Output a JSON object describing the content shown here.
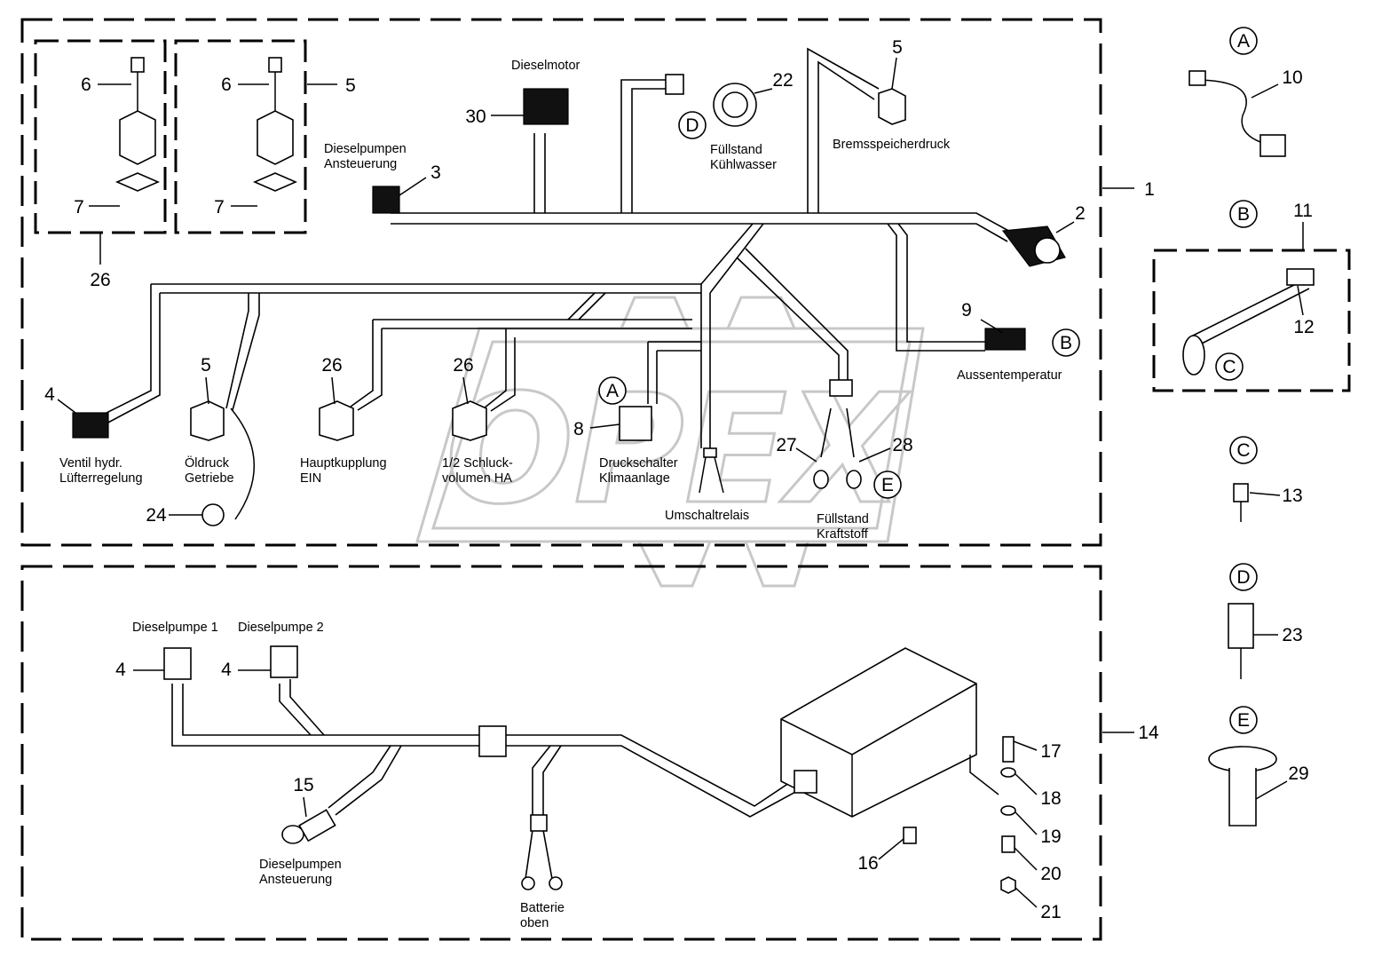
{
  "parts": {
    "p1": "1",
    "p2": "2",
    "p3": "3",
    "p4a": "4",
    "p5a": "5",
    "p5b": "5",
    "p5c": "5",
    "p6a": "6",
    "p6b": "6",
    "p7a": "7",
    "p7b": "7",
    "p8": "8",
    "p9": "9",
    "p10": "10",
    "p11": "11",
    "p12": "12",
    "p13": "13",
    "p14": "14",
    "p15": "15",
    "p16": "16",
    "p17": "17",
    "p18": "18",
    "p19": "19",
    "p20": "20",
    "p21": "21",
    "p22": "22",
    "p23": "23",
    "p24": "24",
    "p26a": "26",
    "p26b": "26",
    "p26c": "26",
    "p27": "27",
    "p28": "28",
    "p29": "29",
    "p30": "30",
    "p4b": "4",
    "p4c": "4"
  },
  "labels": {
    "dieselmotor": "Dieselmotor",
    "dieselpumpen_ansteuerung_1": "Dieselpumpen",
    "dieselpumpen_ansteuerung_2": "Ansteuerung",
    "fuellstand_kuehlwasser_1": "Füllstand",
    "fuellstand_kuehlwasser_2": "Kühlwasser",
    "bremsspeicherdruck": "Bremsspeicherdruck",
    "aussentemperatur": "Aussentemperatur",
    "ventil_1": "Ventil hydr.",
    "ventil_2": "Lüfterregelung",
    "oeldruck_1": "Öldruck",
    "oeldruck_2": "Getriebe",
    "hauptkupplung_1": "Hauptkupplung",
    "hauptkupplung_2": "EIN",
    "schluck_1": "1/2 Schluck-",
    "schluck_2": "volumen HA",
    "druckschalter_1": "Druckschalter",
    "druckschalter_2": "Klimaanlage",
    "umschaltrelais": "Umschaltrelais",
    "fuellstand_kraftstoff_1": "Füllstand",
    "fuellstand_kraftstoff_2": "Kraftstoff",
    "dieselpumpe1": "Dieselpumpe 1",
    "dieselpumpe2": "Dieselpumpe 2",
    "lower_ansteuerung_1": "Dieselpumpen",
    "lower_ansteuerung_2": "Ansteuerung",
    "batterie_1": "Batterie",
    "batterie_2": "oben"
  },
  "callouts": {
    "A1": "A",
    "A2": "A",
    "B1": "B",
    "B2": "B",
    "C1": "C",
    "C2": "C",
    "D1": "D",
    "D2": "D",
    "E1": "E",
    "E2": "E"
  },
  "watermark": "OPEX"
}
